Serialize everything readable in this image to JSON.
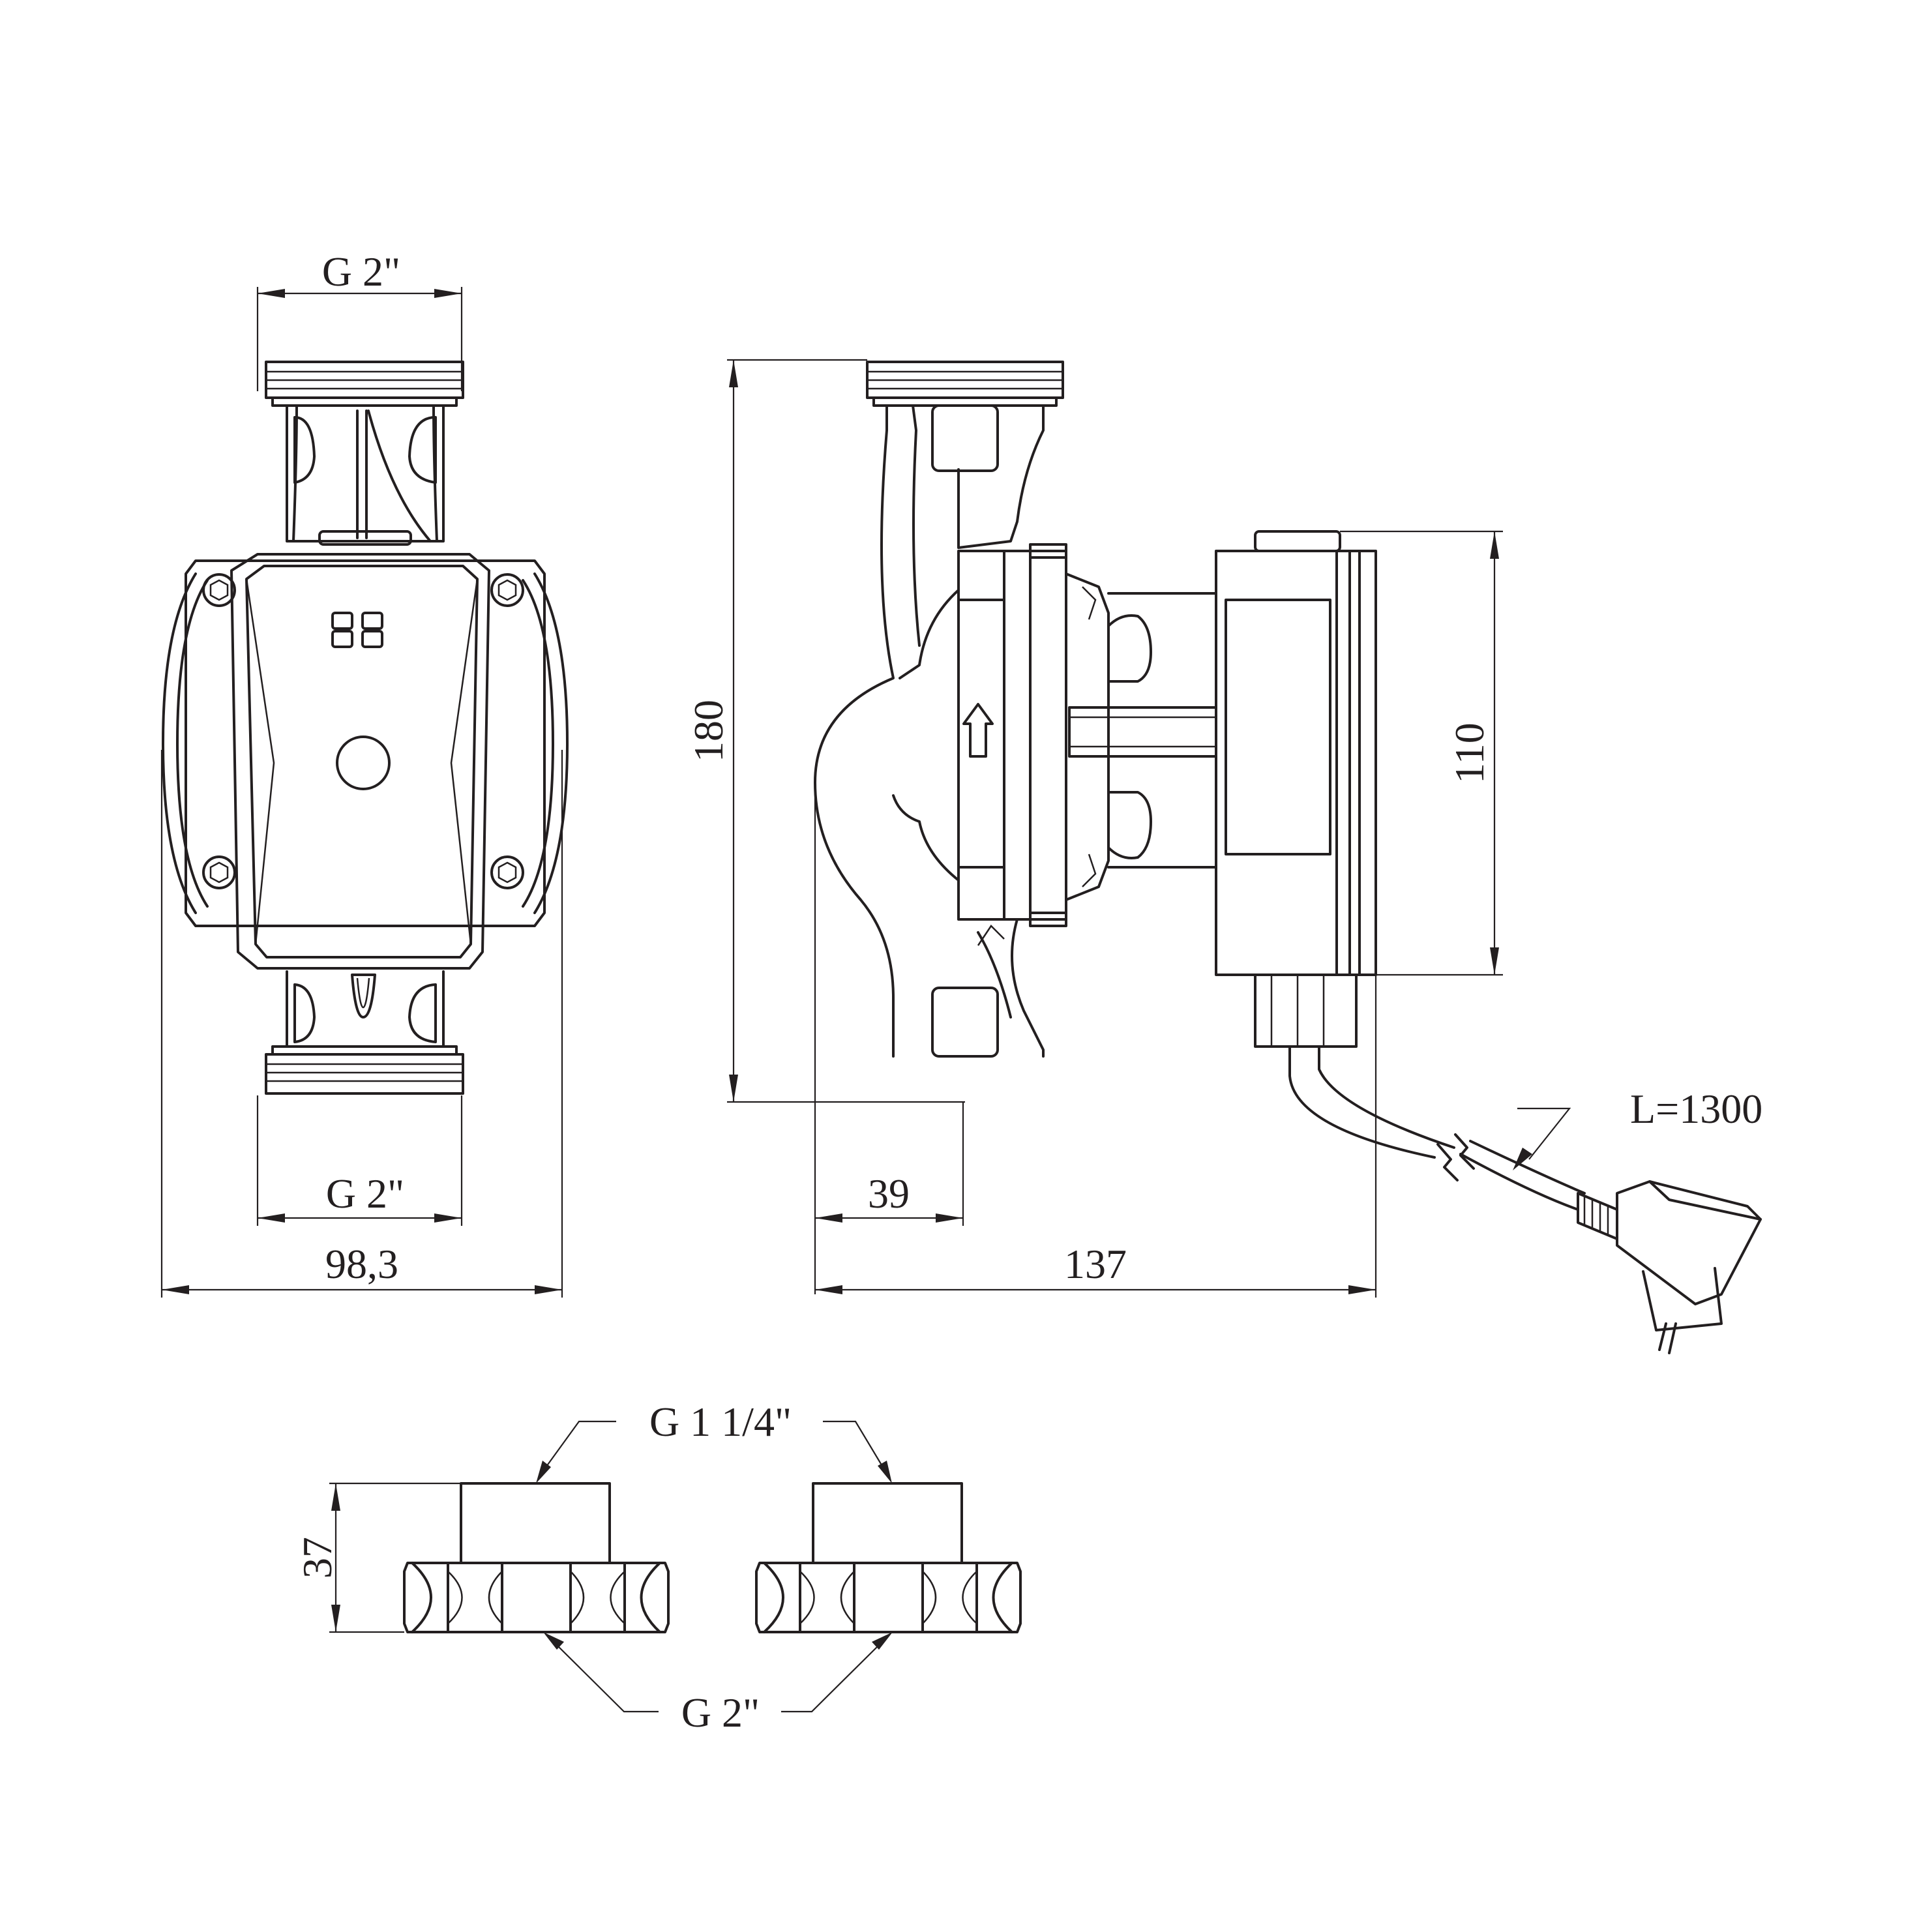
{
  "front_view": {
    "top_thread_label": "G 2\"",
    "bottom_thread_label": "G 2\"",
    "width_label": "98,3",
    "display_icon": "seven-segment-88-icon"
  },
  "side_view": {
    "height_label": "180",
    "motor_height_label": "110",
    "offset_label": "39",
    "depth_label": "137",
    "cable_label": "L=1300",
    "flow_icon": "flow-arrow-up-icon"
  },
  "union_fittings": {
    "pipe_thread_label": "G 1 1/4\"",
    "nut_thread_label": "G 2\"",
    "height_label": "37"
  }
}
